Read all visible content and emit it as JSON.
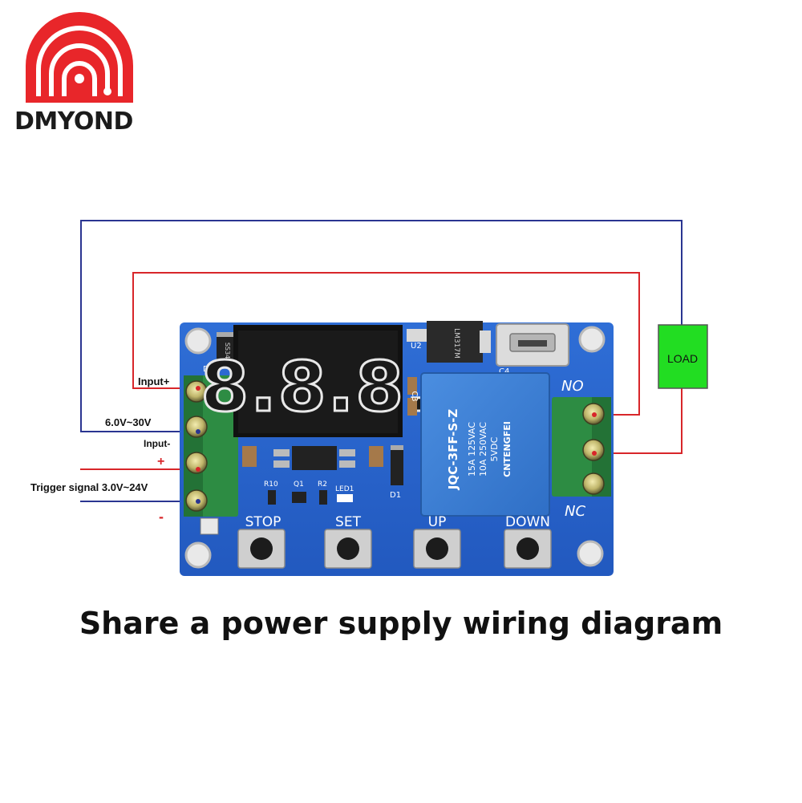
{
  "brand": {
    "name": "DMYOND",
    "logo_color": "#e8262a"
  },
  "labels": {
    "input_plus": "Input+",
    "voltage_range": "6.0V~30V",
    "input_minus": "Input-",
    "trigger_plus": "+",
    "trigger_signal": "Trigger signal 3.0V~24V",
    "trigger_minus": "-",
    "load": "LOAD",
    "relay_no": "NO",
    "relay_nc": "NC"
  },
  "buttons": {
    "stop": "STOP",
    "set": "SET",
    "up": "UP",
    "down": "DOWN"
  },
  "pcb": {
    "d2": "D2",
    "u2": "U2",
    "c4": "C4",
    "c3": "C3",
    "r10": "R10",
    "q1": "Q1",
    "r2": "R2",
    "led1": "LED1",
    "d1": "D1",
    "ss34": "SS34",
    "regulator": "LM317M",
    "relay_brand": "CNTENGFEI",
    "relay_rating_1": "5VDC",
    "relay_rating_2": "10A 250VAC",
    "relay_rating_3": "15A 125VAC",
    "relay_model": "JQC-3FF-S-Z",
    "display": "8.8.8."
  },
  "caption": "Share a power supply wiring diagram",
  "colors": {
    "pcb_blue": "#2a64c9",
    "wire_red": "#d8262a",
    "wire_blue": "#2a3591",
    "load_green": "#22dd22",
    "terminal_green": "#2d8c43"
  }
}
